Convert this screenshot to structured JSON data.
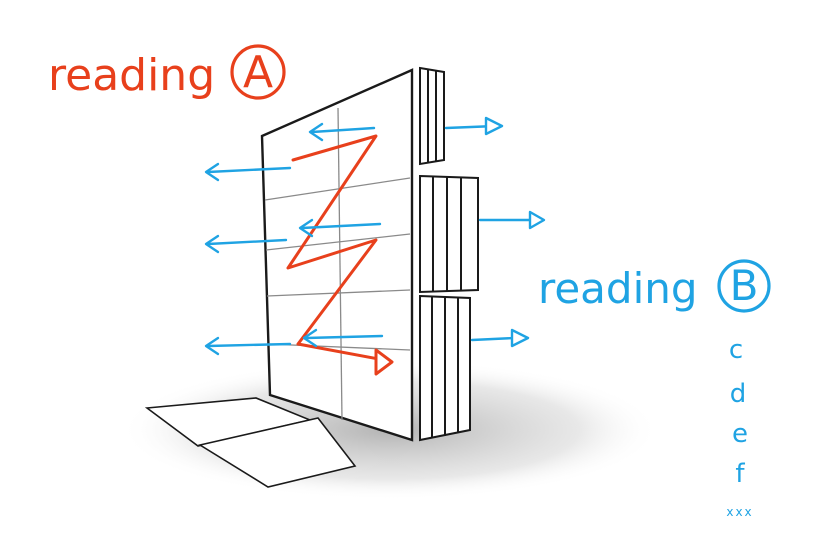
{
  "labels": {
    "reading_a_text": "reading",
    "reading_a_letter": "A",
    "reading_b_text": "reading",
    "reading_b_letter": "B",
    "sequence_letters": [
      "c",
      "d",
      "e",
      "f"
    ],
    "ellipsis": "xxx"
  },
  "colors": {
    "red": "#e8401c",
    "blue": "#1fa3e3",
    "ink": "#1a1a1a",
    "grid": "#8a8a8a"
  }
}
